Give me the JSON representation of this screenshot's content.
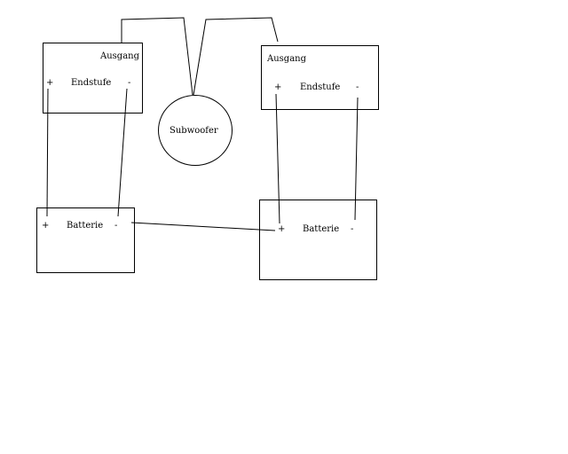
{
  "diagram": {
    "colors": {
      "line": "#000000",
      "background": "#ffffff"
    },
    "amp_left": {
      "output_label": "Ausgang",
      "name": "Endstufe",
      "plus": "+",
      "minus": "-"
    },
    "amp_right": {
      "output_label": "Ausgang",
      "name": "Endstufe",
      "plus": "+",
      "minus": "-"
    },
    "subwoofer": {
      "label": "Subwoofer"
    },
    "battery_left": {
      "name": "Batterie",
      "plus": "+",
      "minus": "-"
    },
    "battery_right": {
      "name": "Batterie",
      "plus": "+",
      "minus": "-"
    }
  }
}
